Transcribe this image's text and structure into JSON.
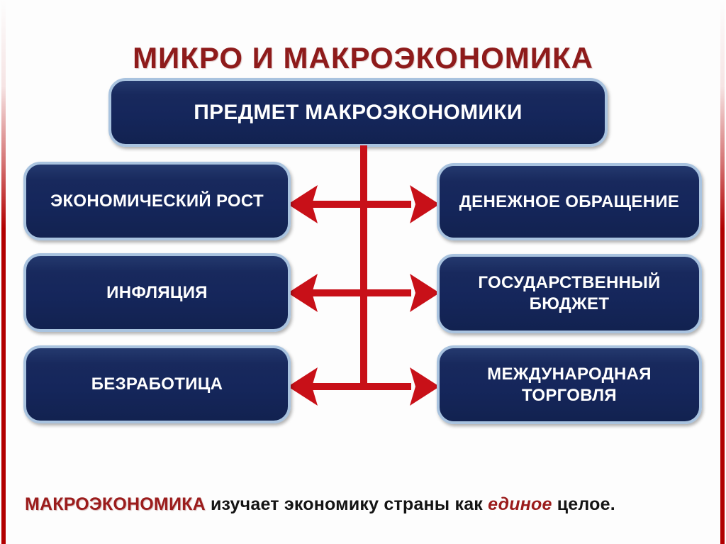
{
  "title": "МИКРО И МАКРОЭКОНОМИКА",
  "diagram": {
    "root": "ПРЕДМЕТ МАКРОЭКОНОМИКИ",
    "left_items": [
      "ЭКОНОМИЧЕСКИЙ РОСТ",
      "ИНФЛЯЦИЯ",
      "БЕЗРАБОТИЦА"
    ],
    "right_items": [
      "ДЕНЕЖНОЕ ОБРАЩЕНИЕ",
      "ГОСУДАРСТВЕННЫЙ БЮДЖЕТ",
      "МЕЖДУНАРОДНАЯ ТОРГОВЛЯ"
    ]
  },
  "footer": {
    "term": "МАКРОЭКОНОМИКА",
    "text_mid": " изучает экономику страны как ",
    "emphasis": "единое",
    "text_end": " целое."
  },
  "colors": {
    "title_red": "#8e1b1b",
    "node_navy": "#15265b",
    "node_border_blue": "#a9c3df",
    "arrow_red": "#c81018",
    "side_bar_red": "#b30000",
    "footer_black": "#141414",
    "background": "#fdfdfd"
  }
}
